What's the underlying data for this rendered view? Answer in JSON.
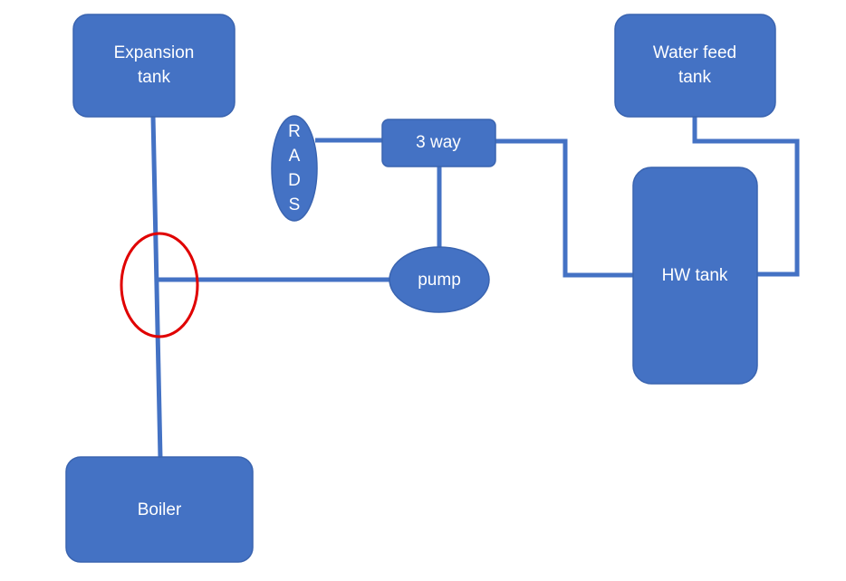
{
  "diagram": {
    "nodes": {
      "expansion_tank": {
        "lines": [
          "Expansion",
          "tank"
        ]
      },
      "water_feed_tank": {
        "lines": [
          "Water feed",
          "tank"
        ]
      },
      "three_way": {
        "lines": [
          "3 way"
        ]
      },
      "rads": {
        "lines": [
          "R",
          "A",
          "D",
          "S"
        ]
      },
      "pump": {
        "lines": [
          "pump"
        ]
      },
      "hw_tank": {
        "lines": [
          "HW tank"
        ]
      },
      "boiler": {
        "lines": [
          "Boiler"
        ]
      }
    },
    "colors": {
      "component_fill": "#4472C4",
      "pipe": "#4472C4",
      "label_text": "#FFFFFF",
      "highlight": "#E00000"
    }
  }
}
